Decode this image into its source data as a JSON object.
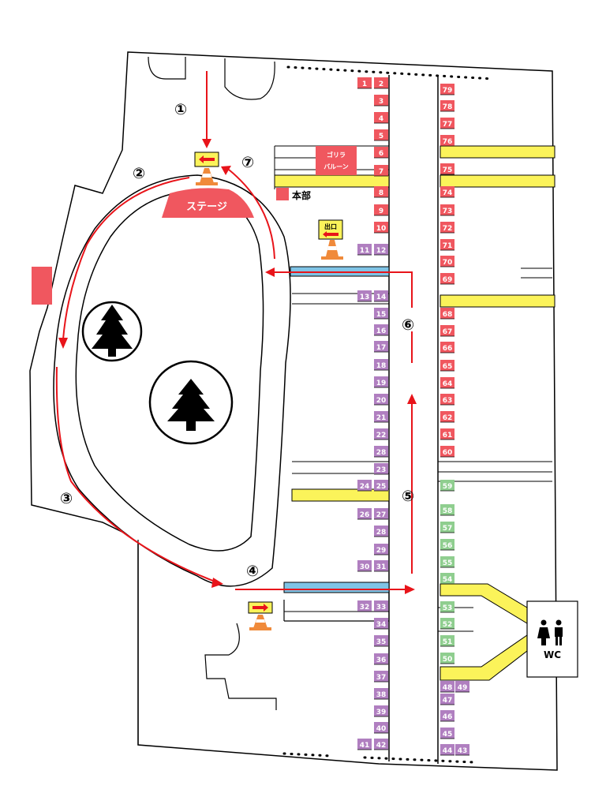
{
  "map": {
    "stage_label": "ステージ",
    "hq_label": "本部",
    "gorilla_label_line1": "ゴリラ",
    "gorilla_label_line2": "バルーン",
    "exit_label": "出口",
    "wc_label": "WC",
    "route_steps": [
      "①",
      "②",
      "③",
      "④",
      "⑤",
      "⑥",
      "⑦"
    ]
  },
  "booths": {
    "col_b": [
      "2",
      "3",
      "4",
      "5",
      "6",
      "7",
      "8",
      "9",
      "10",
      "12",
      "14",
      "15",
      "16",
      "17",
      "18",
      "19",
      "20",
      "21",
      "22",
      "28",
      "23",
      "25",
      "27",
      "28",
      "29",
      "31",
      "33",
      "34",
      "35",
      "36",
      "37",
      "38",
      "39",
      "40",
      "42"
    ],
    "col_b_colors": [
      "red",
      "red",
      "red",
      "red",
      "red",
      "red",
      "red",
      "red",
      "red",
      "purple",
      "purple",
      "purple",
      "purple",
      "purple",
      "purple",
      "purple",
      "purple",
      "purple",
      "purple",
      "purple",
      "purple",
      "purple",
      "purple",
      "purple",
      "purple",
      "purple",
      "purple",
      "purple",
      "purple",
      "purple",
      "purple",
      "purple",
      "purple",
      "purple",
      "purple"
    ],
    "col_a": [
      "1",
      "11",
      "13",
      "24",
      "26",
      "30",
      "32",
      "41"
    ],
    "col_a_colors": [
      "red",
      "purple",
      "purple",
      "purple",
      "purple",
      "purple",
      "purple",
      "purple"
    ],
    "col_c": [
      "79",
      "78",
      "77",
      "76",
      "75",
      "74",
      "73",
      "72",
      "71",
      "70",
      "69",
      "68",
      "67",
      "66",
      "65",
      "64",
      "63",
      "62",
      "61",
      "60",
      "59",
      "58",
      "57",
      "56",
      "55",
      "54",
      "53",
      "52",
      "51",
      "50",
      "48",
      "47",
      "46",
      "45",
      "44"
    ],
    "col_c_colors": [
      "red",
      "red",
      "red",
      "red",
      "red",
      "red",
      "red",
      "red",
      "red",
      "red",
      "red",
      "red",
      "red",
      "red",
      "red",
      "red",
      "red",
      "red",
      "red",
      "red",
      "green",
      "green",
      "green",
      "green",
      "green",
      "green",
      "green",
      "green",
      "green",
      "green",
      "purple",
      "purple",
      "purple",
      "purple",
      "purple"
    ],
    "col_d": [
      "49",
      "43"
    ],
    "col_d_colors": [
      "purple",
      "purple"
    ]
  },
  "colors": {
    "red": "#f0575f",
    "purple": "#b07fc0",
    "green": "#8fce8f",
    "yellow": "#fbf35a",
    "blue": "#7fc4e6",
    "arrow": "#e8141a",
    "cone": "#f08a3a"
  }
}
